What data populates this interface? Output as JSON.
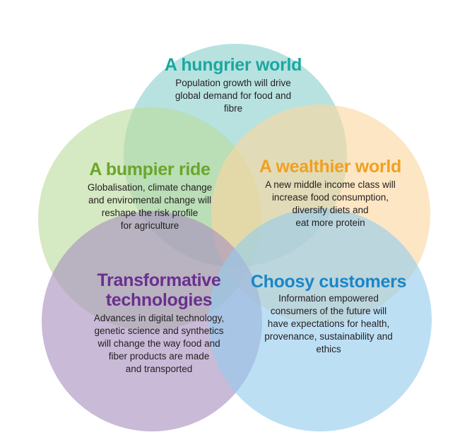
{
  "colors": {
    "hungry": "#1ba8a0",
    "bumpy": "#6aa62a",
    "wealthy": "#f0a020",
    "tech": "#6a2f8f",
    "choosy": "#1a86c8"
  },
  "sections": {
    "hungry": {
      "title": "A hungrier world",
      "lines": [
        "Population growth will drive",
        "global demand for food and",
        "fibre"
      ]
    },
    "bumpy": {
      "title": "A bumpier ride",
      "lines": [
        "Globalisation, climate change",
        "and enviromental change will",
        "reshape the risk profile",
        "for agriculture"
      ]
    },
    "wealthy": {
      "title": "A wealthier world",
      "lines": [
        "A new middle income class will",
        "increase food consumption,",
        "diversify diets and",
        "eat more protein"
      ]
    },
    "tech": {
      "title_lines": [
        "Transformative",
        "technologies"
      ],
      "lines": [
        "Advances in digital technology,",
        "genetic science and synthetics",
        "will change the way food and",
        "fiber products are made",
        "and transported"
      ]
    },
    "choosy": {
      "title": "Choosy customers",
      "lines": [
        "Information empowered",
        "consumers of the future will",
        "have expectations for health,",
        "provenance, sustainability and",
        "ethics"
      ]
    }
  }
}
